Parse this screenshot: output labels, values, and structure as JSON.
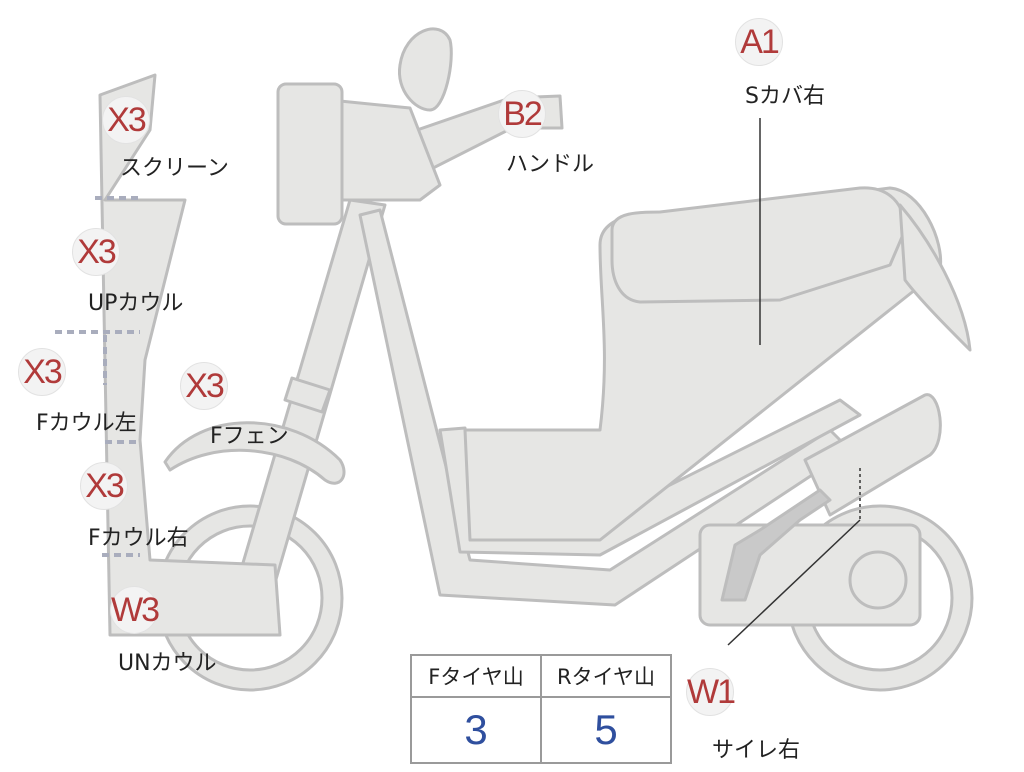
{
  "parts": [
    {
      "id": "screen",
      "badge": "X3",
      "label": "スクリーン"
    },
    {
      "id": "upcowl",
      "badge": "X3",
      "label": "UPカウル"
    },
    {
      "id": "fcowl-l",
      "badge": "X3",
      "label": "Fカウル左"
    },
    {
      "id": "ffender",
      "badge": "X3",
      "label": "Fフェン"
    },
    {
      "id": "fcowl-r",
      "badge": "X3",
      "label": "Fカウル右"
    },
    {
      "id": "uncowl",
      "badge": "W3",
      "label": "UNカウル"
    },
    {
      "id": "handle",
      "badge": "B2",
      "label": "ハンドル"
    },
    {
      "id": "scover-r",
      "badge": "A1",
      "label": "Sカバ右"
    },
    {
      "id": "muffler-r",
      "badge": "W1",
      "label": "サイレ右"
    }
  ],
  "tires": {
    "headers": [
      "Fタイヤ山",
      "Rタイヤ山"
    ],
    "values": [
      "3",
      "5"
    ]
  },
  "colors": {
    "body_fill": "#e6e6e4",
    "body_stroke": "#bdbdbd",
    "grade_text": "#b03a3a",
    "tire_value": "#2f4f9e"
  }
}
